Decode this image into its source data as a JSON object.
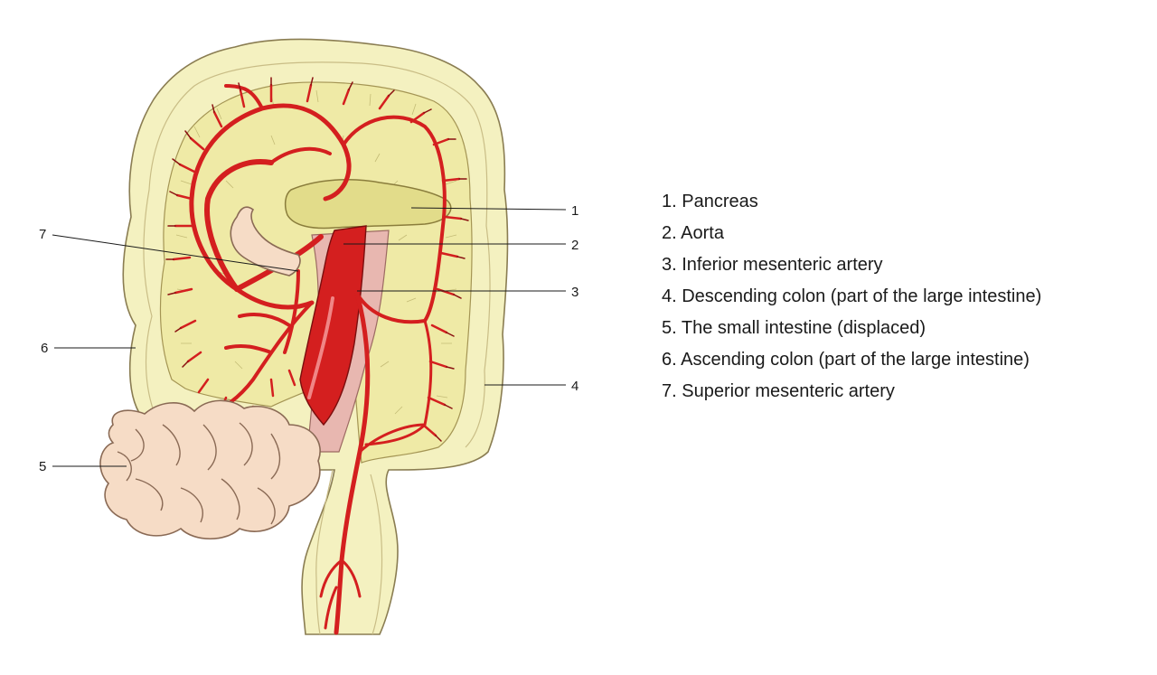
{
  "callouts": [
    "1",
    "2",
    "3",
    "4",
    "5",
    "6",
    "7"
  ],
  "legend": [
    "1. Pancreas",
    "2. Aorta",
    "3. Inferior mesenteric artery",
    "4. Descending colon (part of the large intestine)",
    "5. The small intestine (displaced)",
    "6. Ascending colon (part of the large intestine)",
    "7. Superior mesenteric artery"
  ],
  "colors": {
    "artery": "#d41f1f",
    "colon": "#f4f1c0",
    "mesentery": "#efeaa6",
    "pancreas": "#e2dc8a",
    "small_intestine": "#f6dcc6",
    "aorta_shadow": "#e8b7b0"
  }
}
